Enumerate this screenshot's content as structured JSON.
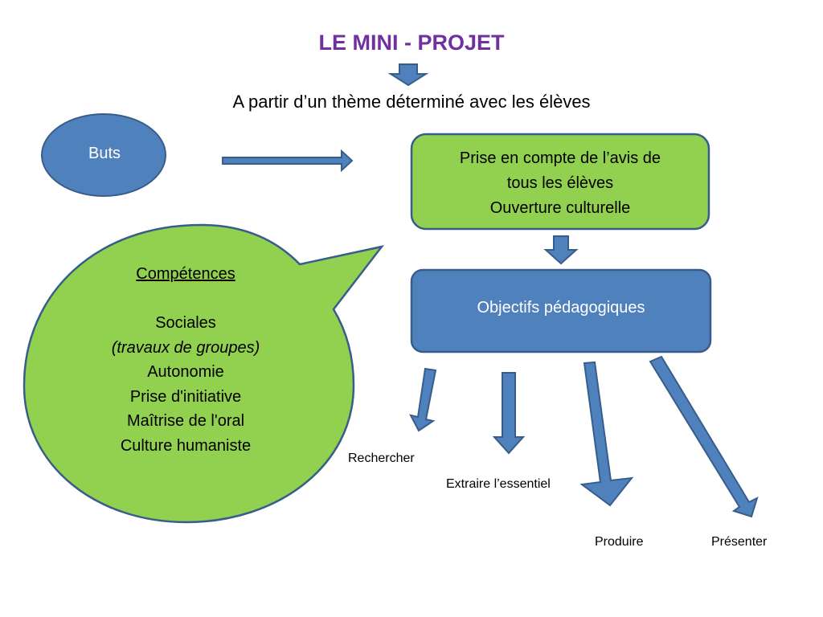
{
  "title": "LE MINI - PROJET",
  "subtitle": "A partir d’un thème déterminé avec les élèves",
  "buts": {
    "label": "Buts"
  },
  "green_box": {
    "line1": "Prise en compte de l’avis de",
    "line2": "tous les élèves",
    "line3": "Ouverture culturelle"
  },
  "blue_box": {
    "label": "Objectifs pédagogiques"
  },
  "competences": {
    "heading": "Compétences",
    "items": [
      "Sociales",
      "(travaux de groupes)",
      "Autonomie",
      "Prise d'initiative",
      "Maîtrise de l'oral",
      "Culture humaniste"
    ]
  },
  "outcomes": {
    "rechercher": "Rechercher",
    "extraire": "Extraire l’essentiel",
    "produire": "Produire",
    "presenter": "Présenter"
  },
  "colors": {
    "title": "#7030a0",
    "blue_fill": "#4f81bd",
    "blue_stroke": "#385d8a",
    "green_fill": "#92d050"
  }
}
